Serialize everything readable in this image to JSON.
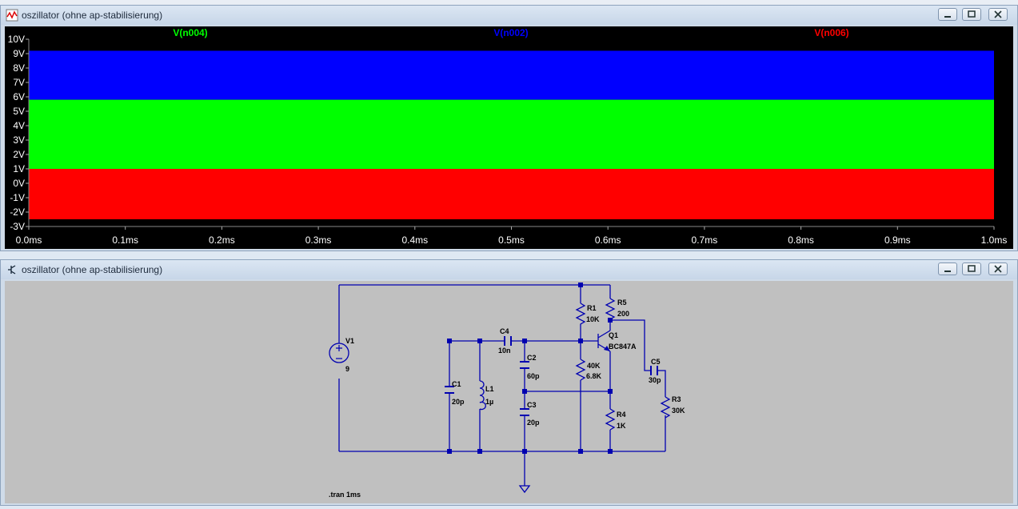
{
  "waveform_window": {
    "title": "oszillator (ohne ap-stabilisierung)",
    "traces": [
      {
        "name": "V(n004)",
        "color": "#00ff00"
      },
      {
        "name": "V(n002)",
        "color": "#0000ff"
      },
      {
        "name": "V(n006)",
        "color": "#ff0000"
      }
    ],
    "y_ticks": [
      "10V",
      "9V",
      "8V",
      "7V",
      "6V",
      "5V",
      "4V",
      "3V",
      "2V",
      "1V",
      "0V",
      "-1V",
      "-2V",
      "-3V"
    ],
    "x_ticks": [
      "0.0ms",
      "0.1ms",
      "0.2ms",
      "0.3ms",
      "0.4ms",
      "0.5ms",
      "0.6ms",
      "0.7ms",
      "0.8ms",
      "0.9ms",
      "1.0ms"
    ]
  },
  "chart_data": {
    "type": "area",
    "x": [
      0.0,
      0.1,
      0.2,
      0.3,
      0.4,
      0.5,
      0.6,
      0.7,
      0.8,
      0.9,
      1.0
    ],
    "xlim": [
      0,
      1.0
    ],
    "ylim": [
      -3,
      10
    ],
    "grid": false,
    "series": [
      {
        "name": "V(n002)",
        "min": 5.8,
        "max": 9.2
      },
      {
        "name": "V(n004)",
        "min": 1.0,
        "max": 5.8
      },
      {
        "name": "V(n006)",
        "min": -2.5,
        "max": 1.0
      }
    ]
  },
  "schematic_window": {
    "title": "oszillator (ohne ap-stabilisierung)",
    "directive": ".tran 1ms",
    "components": {
      "V1": {
        "name": "V1",
        "value": "9"
      },
      "C1": {
        "name": "C1",
        "value": "20p"
      },
      "L1": {
        "name": "L1",
        "value": "1µ"
      },
      "C4": {
        "name": "C4",
        "value": "10n"
      },
      "C2": {
        "name": "C2",
        "value": "60p"
      },
      "C3": {
        "name": "C3",
        "value": "20p"
      },
      "R1": {
        "name": "R1",
        "value": "10K"
      },
      "R2": {
        "name": "40K",
        "value": "6.8K"
      },
      "R4": {
        "name": "R4",
        "value": "1K"
      },
      "R5": {
        "name": "R5",
        "value": "200"
      },
      "Q1": {
        "name": "Q1",
        "value": "BC847A"
      },
      "C5": {
        "name": "C5",
        "value": "30p"
      },
      "R3": {
        "name": "R3",
        "value": "30K"
      }
    }
  }
}
